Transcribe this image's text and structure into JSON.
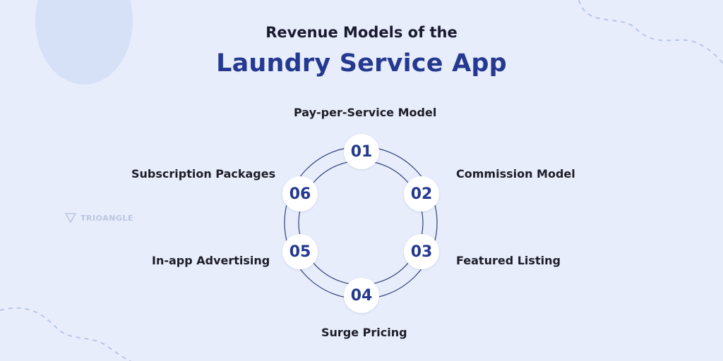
{
  "title": {
    "line1": "Revenue Models of the",
    "line2": "Laundry Service App"
  },
  "steps": [
    {
      "number": "01",
      "label": "Pay-per-Service Model"
    },
    {
      "number": "02",
      "label": "Commission Model"
    },
    {
      "number": "03",
      "label": "Featured Listing"
    },
    {
      "number": "04",
      "label": "Surge Pricing"
    },
    {
      "number": "05",
      "label": "In-app Advertising"
    },
    {
      "number": "06",
      "label": "Subscription Packages"
    }
  ],
  "watermark": {
    "text": "TRIOANGLE"
  },
  "colors": {
    "background": "#e7edfb",
    "accent": "#24398f",
    "ring": "#2f3f78",
    "text": "#1d1d28"
  }
}
